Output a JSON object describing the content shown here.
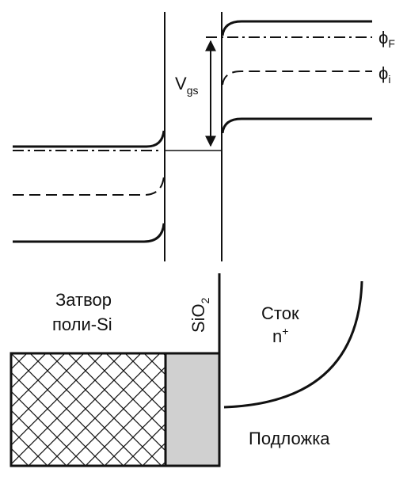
{
  "labels": {
    "vgs_main": "V",
    "vgs_sub": "gs",
    "phi_symbol": "ϕ",
    "phi_f_sub": "F",
    "phi_i_sub": "i",
    "gate_line1": "Затвор",
    "gate_line2": "поли-Si",
    "oxide_main": "SiO",
    "oxide_sub": "2",
    "drain_line1": "Сток",
    "drain_type": "n",
    "drain_sup": "+",
    "substrate": "Подложка"
  },
  "colors": {
    "line": "#111111",
    "oxide_fill": "#d0d0d0",
    "background": "#ffffff"
  }
}
